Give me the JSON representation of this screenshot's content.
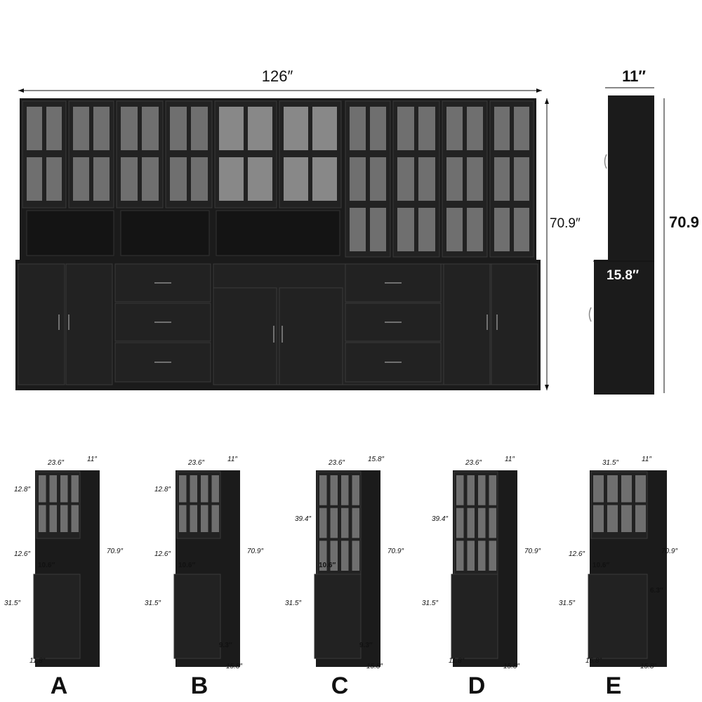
{
  "main_view": {
    "width_label": "126″",
    "height_label": "70.9″"
  },
  "side_view": {
    "depth_top_label": "11″",
    "depth_bottom_label": "15.8″",
    "height_label": "70.9"
  },
  "units": [
    {
      "letter": "A",
      "width": "23.6″",
      "depth": "11″",
      "top": "12.8″",
      "open": "12.6″",
      "inner_depth": "10.6″",
      "height": "70.9″",
      "base": "31.5″",
      "base_depth": "11.8″",
      "extra": ""
    },
    {
      "letter": "B",
      "width": "23.6″",
      "depth": "11″",
      "top": "12.8″",
      "open": "12.6″",
      "inner_depth": "10.6″",
      "height": "70.9″",
      "base": "31.5″",
      "base_depth": "15.8″",
      "extra": "9.3″"
    },
    {
      "letter": "C",
      "width": "23.6″",
      "depth": "15.8″",
      "top": "39.4″",
      "inner_depth": "10.6″",
      "height": "70.9″",
      "base": "31.5″",
      "base_depth": "15.8″",
      "extra": "9.3″"
    },
    {
      "letter": "D",
      "width": "23.6″",
      "depth": "11″",
      "top": "39.4″",
      "height": "70.9″",
      "base": "31.5″",
      "base_depth_left": "11.8″",
      "base_depth": "15.8″"
    },
    {
      "letter": "E",
      "width": "31.5″",
      "depth": "11″",
      "open": "12.6″",
      "inner_depth": "10.6″",
      "drawer": "6.3″",
      "height": "70.9″",
      "base": "31.5″",
      "base_depth_left": "15.8″",
      "base_depth": "15.8″"
    }
  ]
}
